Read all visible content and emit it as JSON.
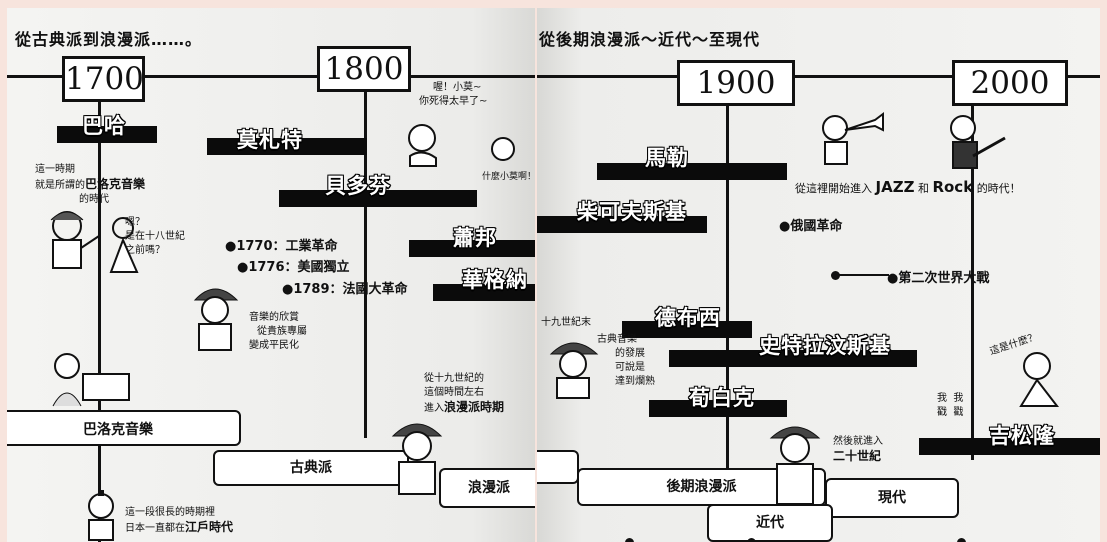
{
  "left_page": {
    "title": "從古典派到浪漫派……。",
    "years": [
      "1700",
      "1800"
    ],
    "composers": [
      "巴哈",
      "莫札特",
      "貝多芬",
      "蕭邦",
      "華格納"
    ],
    "events": [
      "●1770：工業革命",
      "●1776：美國獨立",
      "●1789：法國大革命"
    ],
    "notes": {
      "baroque_line1": "這一時期",
      "baroque_line2": "就是所謂的",
      "baroque_emph": "巴洛克音樂",
      "baroque_line3": "的時代",
      "eighteenth_q1": "嗯？",
      "eighteenth_q2": "是在十八世紀",
      "eighteenth_q3": "之前嗎？",
      "mozart_bubble1": "喔！小莫~",
      "mozart_bubble2": "你死得太早了~",
      "mozart_reply": "什麼小莫啊！",
      "appreciation1": "音樂的欣賞",
      "appreciation2": "從貴族專屬",
      "appreciation3": "變成平民化",
      "romantic1": "從十九世紀的",
      "romantic2": "這個時間左右",
      "romantic3": "進入",
      "romantic_emph": "浪漫派時期",
      "edo1": "這一段很長的時期裡",
      "edo2": "日本一直都在",
      "edo_emph": "江戶時代"
    },
    "eras": [
      "巴洛克音樂",
      "古典派",
      "浪漫派"
    ]
  },
  "right_page": {
    "title": "從後期浪漫派～近代～至現代",
    "years": [
      "1900",
      "2000"
    ],
    "composers": [
      "馬勒",
      "柴可夫斯基",
      "德布西",
      "史特拉汶斯基",
      "荀白克",
      "吉松隆"
    ],
    "events": [
      "●俄國革命",
      "●第二次世界大戰"
    ],
    "notes": {
      "jazz_pre": "從這裡開始進入",
      "jazz_word": "JAZZ",
      "and_word": "和",
      "rock_word": "Rock",
      "jazz_post": "的時代！",
      "late19": "十九世紀末",
      "classical1": "古典音樂",
      "classical2": "的發展",
      "classical3": "可說是",
      "classical4": "達到爛熟",
      "then1": "然後就進入",
      "then_emph": "二十世紀",
      "what": "這是什麼？",
      "me1": "我",
      "me2": "戳",
      "me3": "我",
      "me4": "戳"
    },
    "eras": [
      "後期浪漫派",
      "現代",
      "近代"
    ]
  }
}
